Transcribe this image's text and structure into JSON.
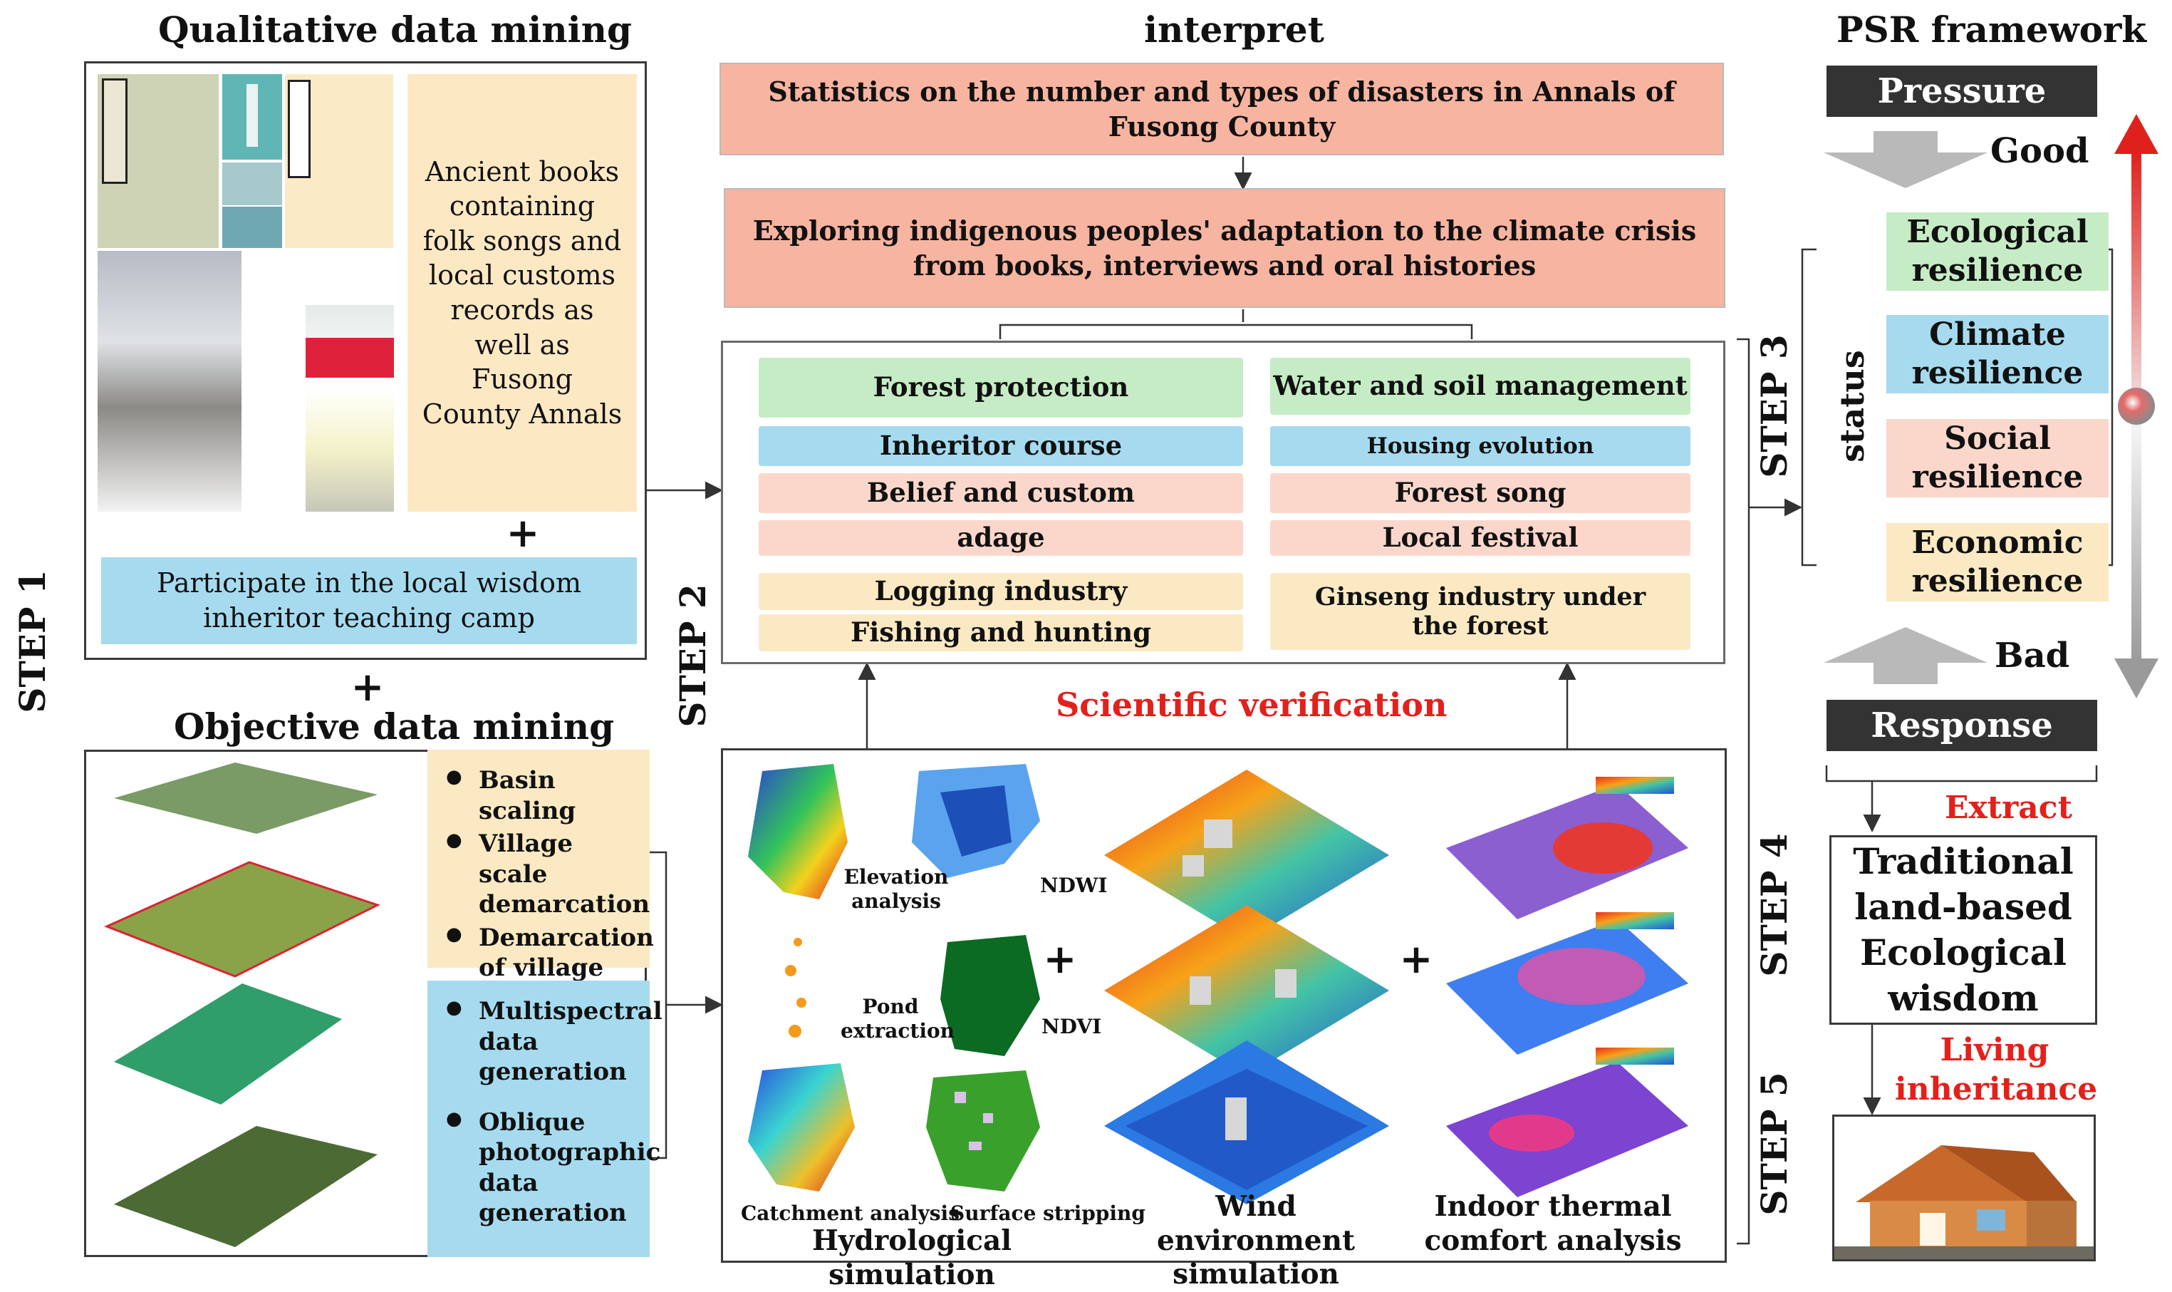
{
  "titles": {
    "qualitative": "Qualitative data mining",
    "interpret": "interpret",
    "psr": "PSR framework",
    "objective": "Objective data mining"
  },
  "qualitative": {
    "books_text": "Ancient books containing folk songs and local customs records as well as Fusong County Annals",
    "camp_text": "Participate in the local wisdom inheritor teaching camp"
  },
  "objective": {
    "group1": [
      "Basin scaling",
      "Village scale demarcation",
      "Demarcation of village boundaries"
    ],
    "group2": [
      "Multispectral data generation",
      "Oblique photographic data generation"
    ]
  },
  "interpret": {
    "box1": "Statistics on the number and types of disasters in Annals of Fusong County",
    "box2": "Exploring indigenous peoples' adaptation to the climate crisis from books, interviews and oral histories"
  },
  "wisdom": {
    "left": [
      "Forest protection",
      "Inheritor course",
      "Belief and custom",
      "adage",
      "Logging industry",
      "Fishing and hunting"
    ],
    "right": [
      "Water and soil management",
      "Housing evolution",
      "Forest song",
      "Local festival",
      "Ginseng industry under the forest"
    ]
  },
  "verification": {
    "title": "Scientific verification",
    "labels": {
      "elevation": "Elevation analysis",
      "ndwi": "NDWI",
      "pond": "Pond extraction",
      "ndvi": "NDVI",
      "catchment": "Catchment analysis",
      "surface": "Surface stripping"
    },
    "captions": {
      "hydro": "Hydrological simulation",
      "wind": "Wind environment simulation",
      "thermal": "Indoor thermal comfort analysis"
    }
  },
  "psr": {
    "pressure": "Pressure",
    "good": "Good",
    "status": "status",
    "resilience": [
      "Ecological resilience",
      "Climate resilience",
      "Social resilience",
      "Economic resilience"
    ],
    "bad": "Bad",
    "response": "Response",
    "extract": "Extract",
    "wisdom_box": "Traditional land-based Ecological wisdom",
    "living": "Living inheritance"
  },
  "steps": {
    "s1": "STEP 1",
    "s2": "STEP 2",
    "s3": "STEP 3",
    "s4": "STEP 4",
    "s5": "STEP 5"
  },
  "symbols": {
    "plus": "+"
  },
  "colors": {
    "orange_box": "#f7b4a0",
    "green": "#c6ecc6",
    "blue": "#a6dbef",
    "pink": "#fbd7cb",
    "yellow": "#fbe9c3",
    "accent_red": "#e3201b",
    "dark_bar": "#333333"
  }
}
